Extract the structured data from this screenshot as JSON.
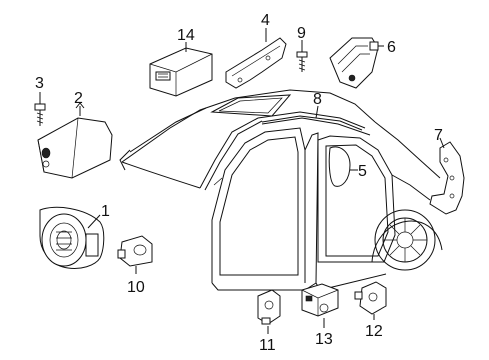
{
  "diagram": {
    "callouts": [
      "1",
      "2",
      "3",
      "4",
      "5",
      "6",
      "7",
      "8",
      "9",
      "10",
      "11",
      "12",
      "13",
      "14"
    ]
  },
  "colors": {
    "line": "#111111",
    "background": "#ffffff"
  }
}
